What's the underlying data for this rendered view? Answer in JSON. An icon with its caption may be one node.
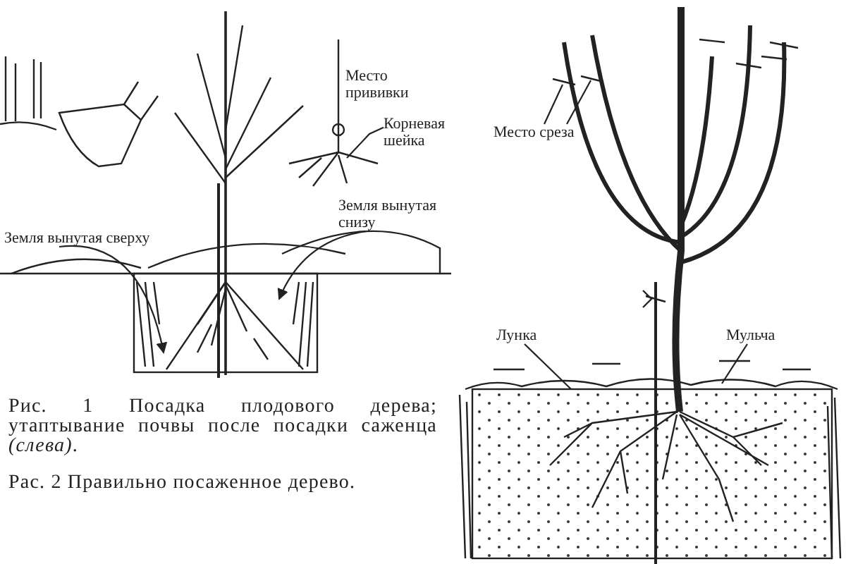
{
  "diagram": {
    "nodes": [
      {
        "text": [
          "Место прививки"
        ]
      },
      {
        "text": [
          "Корневая шейка"
        ]
      },
      {
        "text": [
          "Земля вынутая сверху"
        ]
      },
      {
        "text": [
          "Земля вынутая снизу"
        ]
      },
      {
        "text": [
          "Место среза"
        ]
      },
      {
        "text": [
          "Лунка"
        ]
      },
      {
        "text": [
          "Мульча"
        ]
      }
    ],
    "edges": [
      {
        "from": 1,
        "to": null,
        "arrow": "none"
      },
      {
        "from": 2,
        "to": null,
        "arrow": "to"
      },
      {
        "from": 3,
        "to": null,
        "arrow": "to"
      },
      {
        "from": 4,
        "to": null,
        "arrow": "none"
      },
      {
        "from": 4,
        "to": null,
        "arrow": "none"
      },
      {
        "from": 5,
        "to": null,
        "arrow": "none"
      },
      {
        "from": 6,
        "to": null,
        "arrow": "none"
      }
    ],
    "labels": [
      "Рис. 1 Посадка плодового дерева; утаптывание почвы после посадки саженца *(слева)*.",
      "Рас. 2 Правильно посаженное дерево."
    ]
  }
}
